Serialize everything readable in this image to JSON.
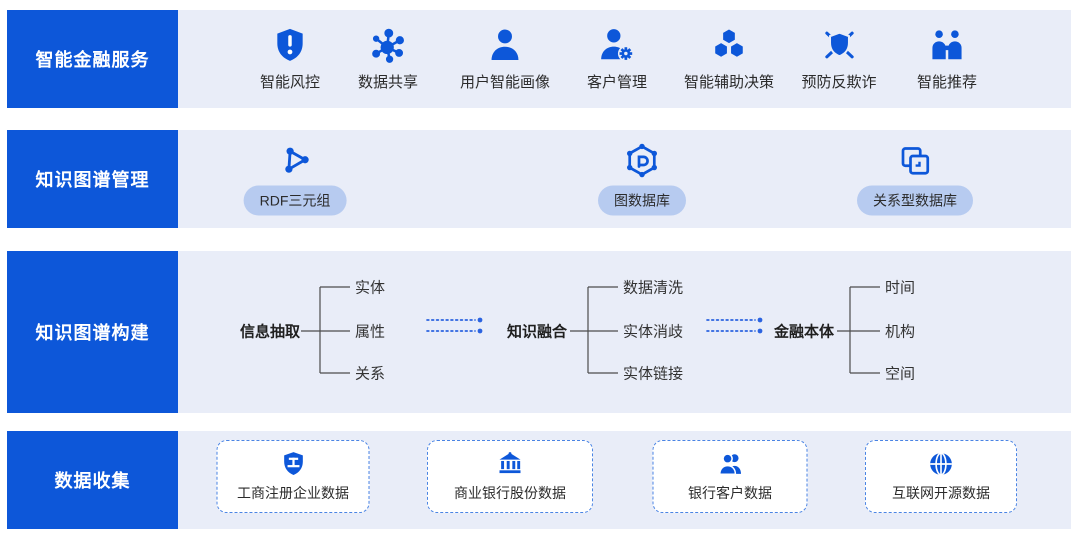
{
  "colors": {
    "accent_blue": "#0d57d9",
    "row_background": "#e9edf8",
    "pill_background": "#b7cbf0",
    "dotted_arrow": "#2b63e0",
    "dashed_box_border": "#4a84e4"
  },
  "rows": {
    "services": {
      "label": "智能金融服务",
      "items": [
        {
          "icon": "shield-alert-icon",
          "label": "智能风控"
        },
        {
          "icon": "share-network-icon",
          "label": "数据共享"
        },
        {
          "icon": "user-icon",
          "label": "用户智能画像"
        },
        {
          "icon": "user-gear-icon",
          "label": "客户管理"
        },
        {
          "icon": "hexagon-cluster-icon",
          "label": "智能辅助决策"
        },
        {
          "icon": "shield-cross-icon",
          "label": "预防反欺诈"
        },
        {
          "icon": "people-handshake-icon",
          "label": "智能推荐"
        }
      ]
    },
    "management": {
      "label": "知识图谱管理",
      "items": [
        {
          "icon": "triangle-graph-icon",
          "label": "RDF三元组"
        },
        {
          "icon": "hexagon-graph-db-icon",
          "label": "图数据库"
        },
        {
          "icon": "overlapping-squares-icon",
          "label": "关系型数据库"
        }
      ]
    },
    "construction": {
      "label": "知识图谱构建",
      "groups": [
        {
          "node": "信息抽取",
          "children": [
            "实体",
            "属性",
            "关系"
          ]
        },
        {
          "node": "知识融合",
          "children": [
            "数据清洗",
            "实体消歧",
            "实体链接"
          ]
        },
        {
          "node": "金融本体",
          "children": [
            "时间",
            "机构",
            "空间"
          ]
        }
      ]
    },
    "collection": {
      "label": "数据收集",
      "items": [
        {
          "icon": "shield-gong-icon",
          "label": "工商注册企业数据"
        },
        {
          "icon": "bank-icon",
          "label": "商业银行股份数据"
        },
        {
          "icon": "customers-icon",
          "label": "银行客户数据"
        },
        {
          "icon": "globe-icon",
          "label": "互联网开源数据"
        }
      ]
    }
  }
}
